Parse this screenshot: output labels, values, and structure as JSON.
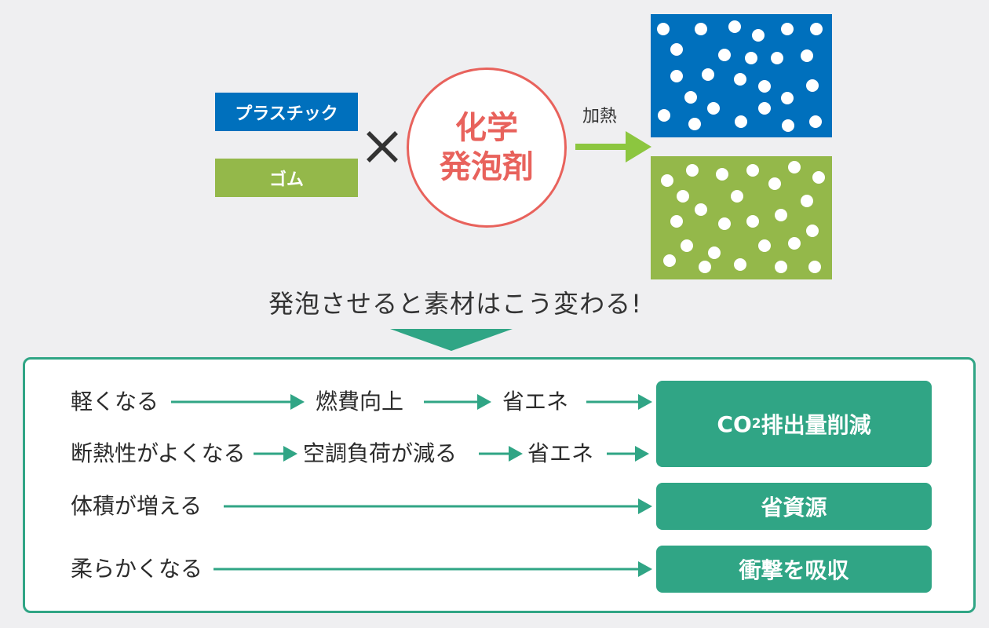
{
  "colors": {
    "background": "#efeff1",
    "plastic_blue": "#0070bd",
    "rubber_green": "#94b84a",
    "agent_red": "#e8625c",
    "arrow_lime": "#8cc63f",
    "accent_teal": "#30a585",
    "text_dark": "#2b2b2b"
  },
  "top": {
    "materials": [
      {
        "label": "プラスチック",
        "color": "#0070bd"
      },
      {
        "label": "ゴム",
        "color": "#94b84a"
      }
    ],
    "operator_icon": "times-icon",
    "agent": {
      "line1": "化学",
      "line2": "発泡剤"
    },
    "process_label": "加熱",
    "process_arrow_icon": "right-arrow-icon",
    "foam_results": [
      {
        "name": "foamed-plastic",
        "color": "#0070bd"
      },
      {
        "name": "foamed-rubber",
        "color": "#94b84a"
      }
    ]
  },
  "caption": "発泡させると素材はこう変わる!",
  "caption_icon": "down-triangle-icon",
  "effects": {
    "rows": [
      {
        "cause": "軽くなる",
        "steps": [
          "燃費向上",
          "省エネ"
        ]
      },
      {
        "cause": "断熱性がよくなる",
        "steps": [
          "空調負荷が減る",
          "省エネ"
        ]
      },
      {
        "cause": "体積が増える",
        "steps": []
      },
      {
        "cause": "柔らかくなる",
        "steps": []
      }
    ],
    "results": {
      "co2": {
        "prefix": "CO",
        "sub": "2",
        "suffix": "排出量削減"
      },
      "resource": "省資源",
      "shock": "衝撃を吸収"
    }
  }
}
